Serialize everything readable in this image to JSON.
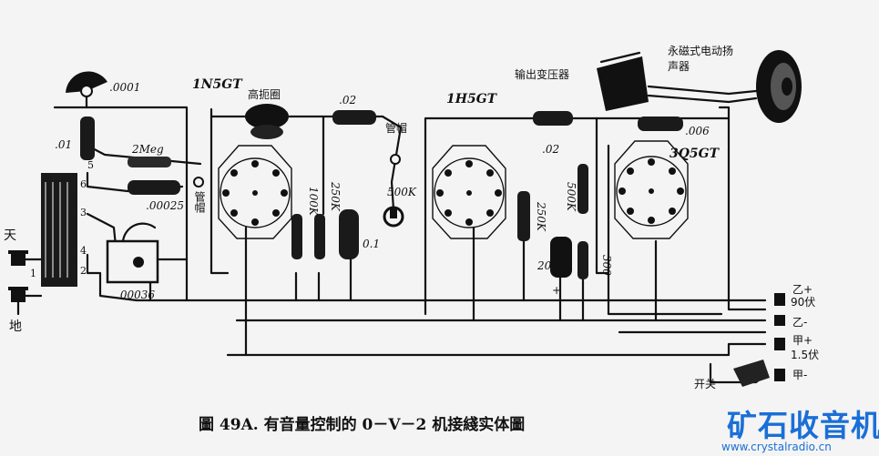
{
  "tubes": {
    "t1": "1N5GT",
    "t2": "1H5GT",
    "t3": "3Q5GT"
  },
  "components": {
    "c_0001": ".0001",
    "c_01": ".01",
    "r_2meg": "2Meg",
    "c_00025": ".00025",
    "c_00036": ".00036",
    "grid_cap_1": "管帽",
    "choke": "高扼圈",
    "c_02_a": ".02",
    "grid_cap_2": "管帽",
    "r_100k": "100K",
    "r_250k_a": "250K",
    "c_0_1": "0.1",
    "pot_500k": "500K",
    "c_02_b": ".02",
    "r_250k_b": "250K",
    "r_500k": "500K",
    "c_20": "20",
    "plus_sign": "+",
    "r_300": "300",
    "output_transformer": "输出变压器",
    "speaker": "永磁式电动扬声器",
    "c_006": ".006",
    "coil_tap_1": "1",
    "coil_tap_2": "2",
    "coil_tap_3": "3",
    "coil_tap_4": "4",
    "coil_tap_5": "5",
    "coil_tap_6": "6"
  },
  "terminals": {
    "antenna": "天",
    "ground": "地",
    "b_plus_label": "乙+",
    "b_plus_voltage": "90伏",
    "b_minus": "乙-",
    "a_plus_label": "甲+",
    "a_plus_voltage": "1.5伏",
    "a_minus": "甲-",
    "switch": "开关"
  },
  "caption": {
    "text": "圖 49A.  有音量控制的 0－V－2 机接綫实体圖"
  },
  "watermark": {
    "brand": "矿石收音机",
    "url": "www.crystalradio.cn"
  },
  "colors": {
    "ink": "#111111",
    "paper": "#f4f4f4",
    "watermark": "#1a6fd6"
  }
}
